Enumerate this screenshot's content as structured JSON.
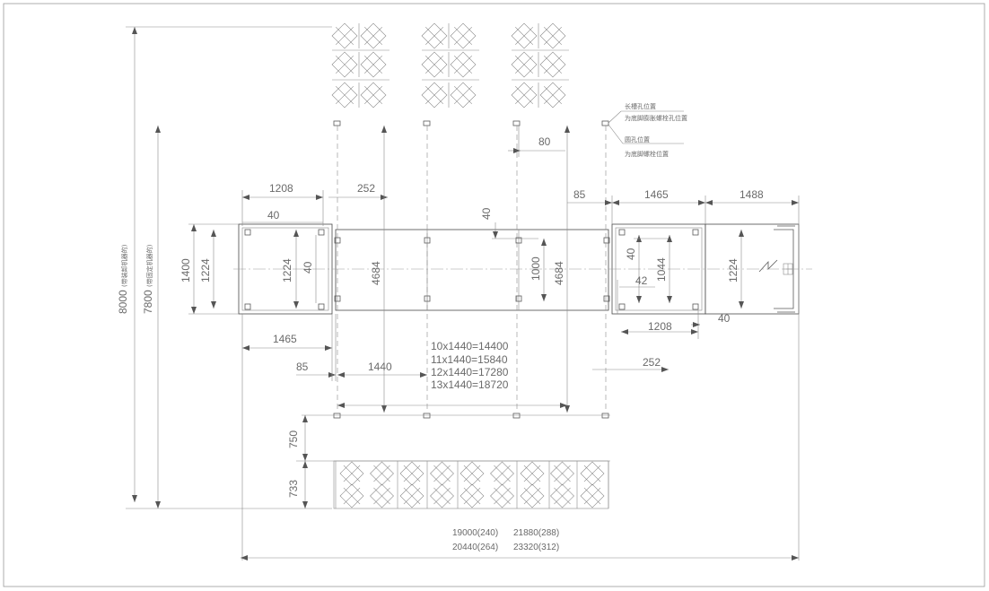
{
  "dimensions": {
    "d8000": "8000",
    "d8000_note": "(带装卸机器的)",
    "d7800": "7800",
    "d7800_note": "(带固定机器的)",
    "d1208_left": "1208",
    "d252_top": "252",
    "d40_left": "40",
    "d1400": "1400",
    "d1224_a": "1224",
    "d1224_b": "1224",
    "d40_vert_left": "40",
    "d4684_left": "4684",
    "d1465_left": "1465",
    "d85_left": "85",
    "d1440": "1440",
    "d40_mid": "40",
    "d1000": "1000",
    "d4684_right": "4684",
    "d80": "80",
    "d85_right": "85",
    "d1465_right": "1465",
    "d1488": "1488",
    "d40_vert_right": "40",
    "d1044": "1044",
    "d42": "42",
    "d1224_right": "1224",
    "d40_bottom_right": "40",
    "d1208_right": "1208",
    "d252_right": "252",
    "d750": "750",
    "d733": "733"
  },
  "notes": {
    "slot_title": "长槽孔位置",
    "slot_desc": "为底脚膨胀螺栓孔位置",
    "hole_title": "圆孔位置",
    "hole_desc": "为底脚螺栓位置"
  },
  "length_table": {
    "r1": "10x1440=14400",
    "r2": "11x1440=15840",
    "r3": "12x1440=17280",
    "r4": "13x1440=18720"
  },
  "total_table": {
    "a": "19000(240)",
    "b": "21880(288)",
    "c": "20440(264)",
    "d": "23320(312)"
  }
}
